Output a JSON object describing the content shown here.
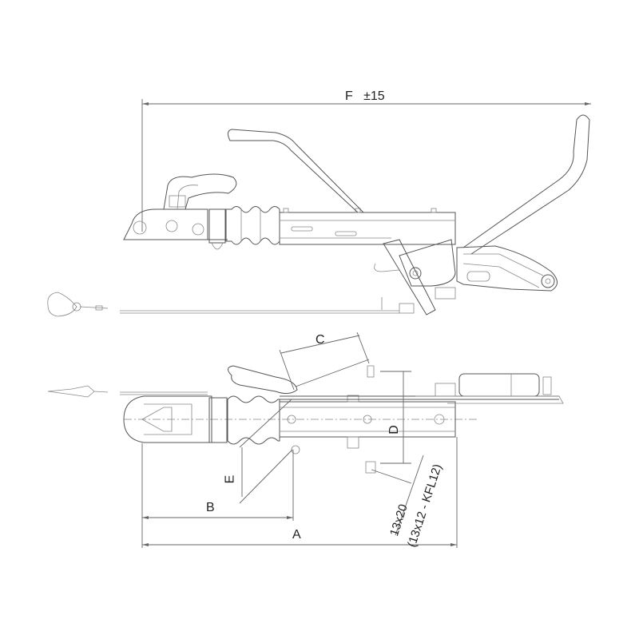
{
  "drawing": {
    "subject": "overrun coupling technical drawing",
    "views": [
      "side-view",
      "top-view"
    ],
    "line_color": "#555555",
    "background": "#ffffff"
  },
  "dimensions": {
    "F": {
      "label": "F",
      "tolerance": "±15"
    },
    "A": {
      "label": "A"
    },
    "B": {
      "label": "B"
    },
    "C": {
      "label": "C"
    },
    "D": {
      "label": "D"
    },
    "E": {
      "label": "E"
    }
  },
  "annotations": {
    "bolt_size": "13x20",
    "bolt_size_alt": "(13x12 - KFL12)"
  }
}
